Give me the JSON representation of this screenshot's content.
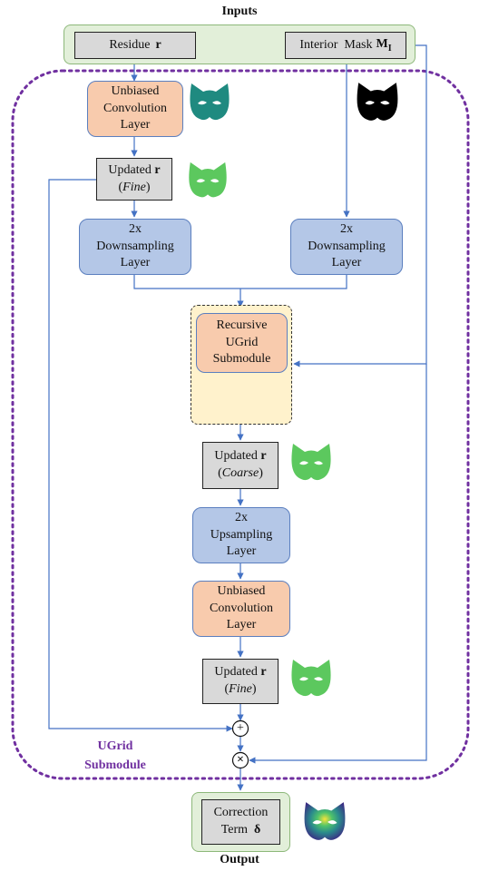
{
  "inputs": {
    "title": "Inputs",
    "residue_label": "Residue",
    "residue_symbol": "r",
    "mask_label": "Interior  Mask",
    "mask_symbol": "M",
    "mask_subscript": "I"
  },
  "top_conv": {
    "line1": "Unbiased",
    "line2": "Convolution",
    "line3": "Layer"
  },
  "updated_fine_top": {
    "line1": "Updated",
    "symbol": "r",
    "open_paren": "(",
    "italic": "Fine",
    "close_paren": ")"
  },
  "downsample_left": {
    "line1": "2x",
    "line2": "Downsampling",
    "line3": "Layer"
  },
  "downsample_right": {
    "line1": "2x",
    "line2": "Downsampling",
    "line3": "Layer"
  },
  "recursive": {
    "line1": "Recursive",
    "line2": "UGrid",
    "line3": "Submodule"
  },
  "updated_coarse": {
    "line1": "Updated",
    "symbol": "r",
    "open_paren": "(",
    "italic": "Coarse",
    "close_paren": ")"
  },
  "upsample": {
    "line1": "2x",
    "line2": "Upsampling",
    "line3": "Layer"
  },
  "bottom_conv": {
    "line1": "Unbiased",
    "line2": "Convolution",
    "line3": "Layer"
  },
  "updated_fine_bottom": {
    "line1": "Updated",
    "symbol": "r",
    "open_paren": "(",
    "italic": "Fine",
    "close_paren": ")"
  },
  "submodule_label": {
    "line1": "UGrid",
    "line2": "Submodule"
  },
  "operators": {
    "add": "+",
    "multiply": "×"
  },
  "output": {
    "title": "Output",
    "line1": "Correction",
    "line2": "Term",
    "symbol": "δ"
  },
  "colors": {
    "arrow": "#4472c4",
    "submodule_border": "#7030a0",
    "mask_teal": "#1f8a80",
    "mask_green": "#5cc85e",
    "mask_black": "#000000"
  },
  "icons": {
    "teal_mask": "cat-mask-icon-teal",
    "black_mask": "cat-mask-icon-black",
    "green_mask": "cat-mask-icon-green",
    "heatmap_mask": "cat-mask-icon-heatmap",
    "unet_glyph": "unet-icon"
  }
}
